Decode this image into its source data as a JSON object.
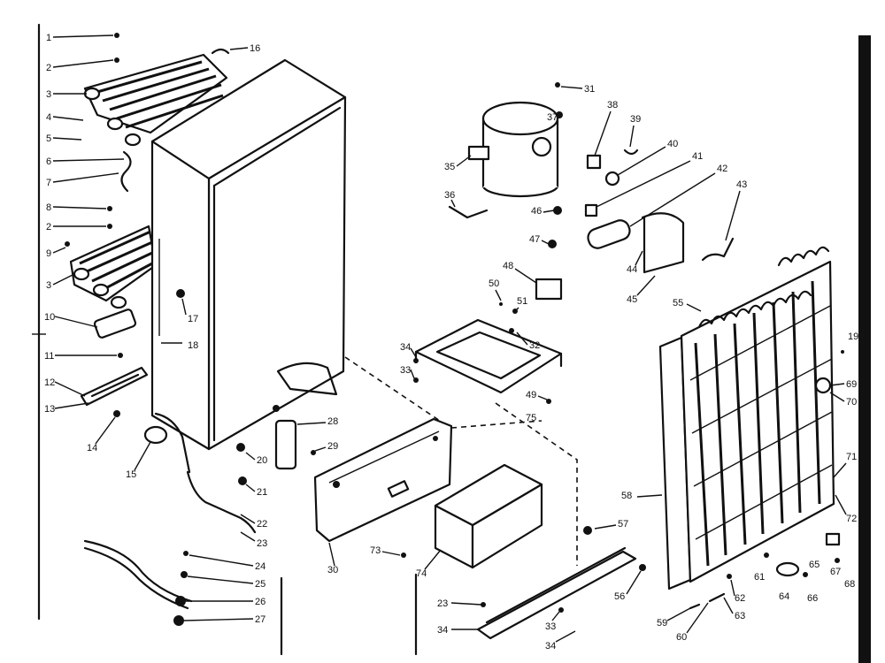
{
  "labels": {
    "n1": "1",
    "n2": "2",
    "n3": "3",
    "n4": "4",
    "n5": "5",
    "n6": "6",
    "n7": "7",
    "n8": "8",
    "n2b": "2",
    "n9": "9",
    "n3b": "3",
    "n10": "10",
    "n11": "11",
    "n12": "12",
    "n13": "13",
    "n14": "14",
    "n15": "15",
    "n16": "16",
    "n17": "17",
    "n18": "18",
    "n19": "19",
    "n20": "20",
    "n21": "21",
    "n22": "22",
    "n23": "23",
    "n24": "24",
    "n25": "25",
    "n26": "26",
    "n27": "27",
    "n28": "28",
    "n29": "29",
    "n30": "30",
    "n31": "31",
    "n32": "32",
    "n33": "33",
    "n34": "34",
    "n35": "35",
    "n36": "36",
    "n37": "37",
    "n38": "38",
    "n39": "39",
    "n40": "40",
    "n41": "41",
    "n42": "42",
    "n43": "43",
    "n44": "44",
    "n45": "45",
    "n46": "46",
    "n47": "47",
    "n48": "48",
    "n49": "49",
    "n50": "50",
    "n51": "51",
    "n55": "55",
    "n56": "56",
    "n57": "57",
    "n58": "58",
    "n59": "59",
    "n60": "60",
    "n61": "61",
    "n62": "62",
    "n63": "63",
    "n64": "64",
    "n65": "65",
    "n66": "66",
    "n67": "67",
    "n68": "68",
    "n69": "69",
    "n70": "70",
    "n71": "71",
    "n72": "72",
    "n73": "73",
    "n74": "74",
    "n75": "75",
    "n33b": "33",
    "n34b": "34",
    "n23b": "23"
  }
}
